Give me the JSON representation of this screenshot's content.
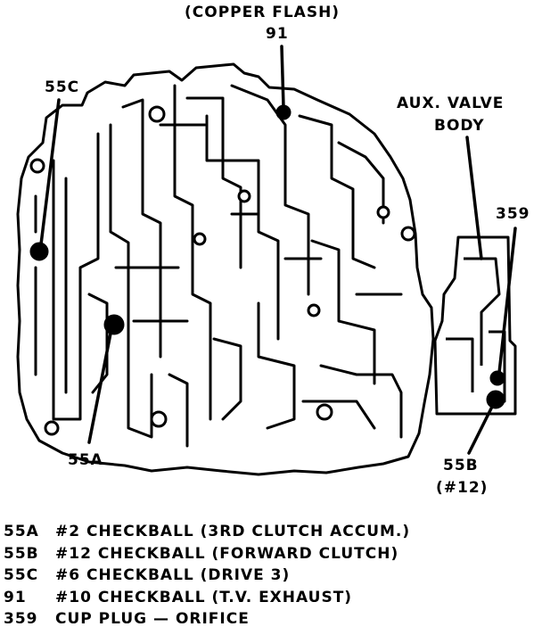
{
  "labels": {
    "copper_flash": "(COPPER FLASH)",
    "callout_91": "91",
    "callout_55c": "55C",
    "aux_valve_body_line1": "AUX. VALVE",
    "aux_valve_body_line2": "BODY",
    "callout_359": "359",
    "callout_55a": "55A",
    "callout_55b": "55B",
    "callout_55b_sub": "(#12)"
  },
  "legend": [
    {
      "code": "55A",
      "desc": "#2 CHECKBALL (3RD CLUTCH ACCUM.)"
    },
    {
      "code": "55B",
      "desc": "#12 CHECKBALL (FORWARD CLUTCH)"
    },
    {
      "code": "55C",
      "desc": "#6 CHECKBALL (DRIVE 3)"
    },
    {
      "code": "91",
      "desc": "#10 CHECKBALL (T.V. EXHAUST)"
    },
    {
      "code": "359",
      "desc": "CUP PLUG — ORIFICE"
    }
  ],
  "colors": {
    "ink": "#000000",
    "paper": "#ffffff"
  }
}
